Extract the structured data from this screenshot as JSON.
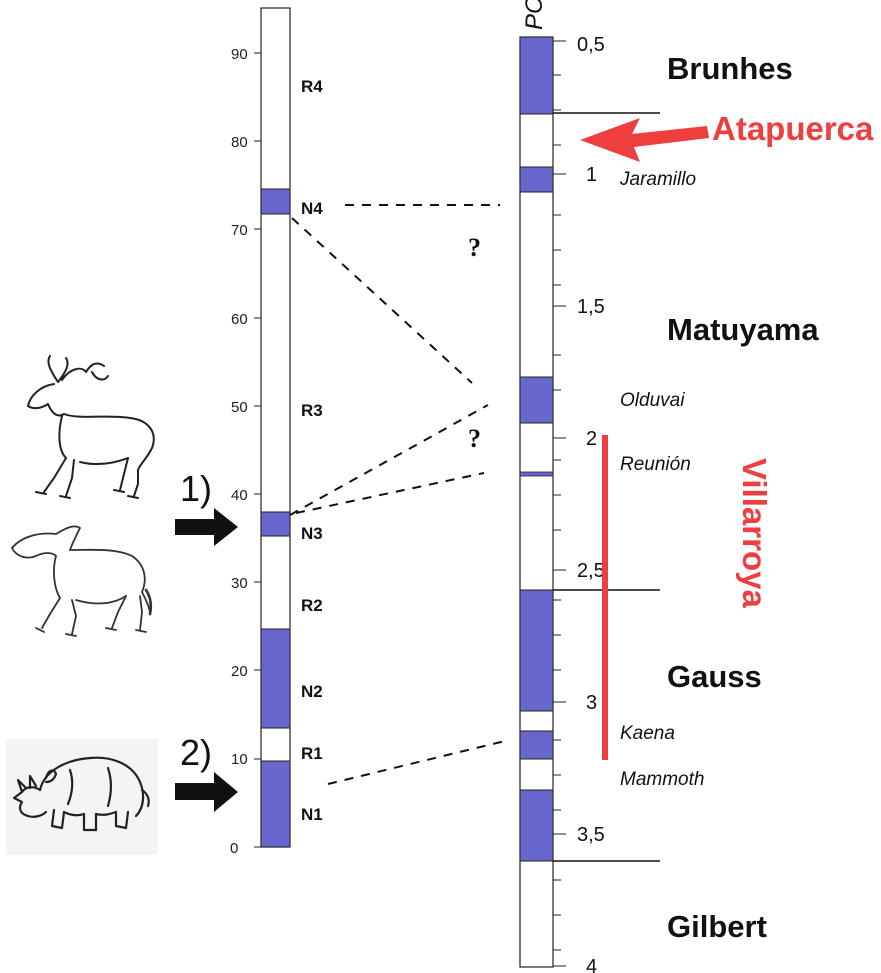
{
  "left_column": {
    "ticks": [
      "0",
      "10",
      "20",
      "30",
      "40",
      "50",
      "60",
      "70",
      "80",
      "90"
    ],
    "zones": [
      "N1",
      "R1",
      "N2",
      "R2",
      "N3",
      "R3",
      "N4",
      "R4"
    ]
  },
  "right_column": {
    "header_fragment": "PC",
    "ticks": [
      "0,5",
      "1",
      "1,5",
      "2",
      "2,5",
      "3",
      "3,5",
      "4"
    ],
    "chrons": [
      "Brunhes",
      "Matuyama",
      "Gauss",
      "Gilbert"
    ],
    "subchrons": [
      "Jaramillo",
      "Olduvai",
      "Reunión",
      "Kaena",
      "Mammoth"
    ]
  },
  "correlation_marks": [
    "?",
    "?"
  ],
  "sites": {
    "atapuerca": "Atapuerca",
    "villarroya": "Villarroya"
  },
  "arrow_labels": [
    "1)",
    "2)"
  ],
  "animal_drawings": [
    "deer-drawing",
    "horse-drawing",
    "rhinoceros-drawing"
  ],
  "colors": {
    "normal_polarity": "#6666cc",
    "site_red": "#ef3e3e",
    "reversed_polarity": "#ffffff"
  }
}
